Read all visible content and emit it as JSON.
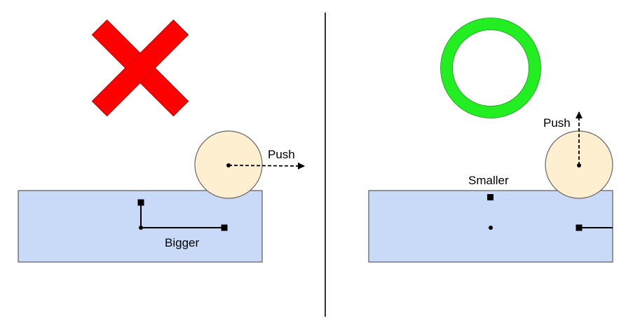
{
  "colors": {
    "background": "#ffffff",
    "box_fill": "#c9daf8",
    "box_stroke": "#595959",
    "ball_fill": "#fdefd0",
    "ball_stroke": "#666666",
    "wrong_mark": "#ff0000",
    "right_mark": "#22ee22",
    "divider": "#333333"
  },
  "left_panel": {
    "verdict_icon": "red-x-mark",
    "push_label": "Push",
    "size_label": "Bigger"
  },
  "right_panel": {
    "verdict_icon": "green-circle-mark",
    "push_label": "Push",
    "size_label": "Smaller"
  }
}
